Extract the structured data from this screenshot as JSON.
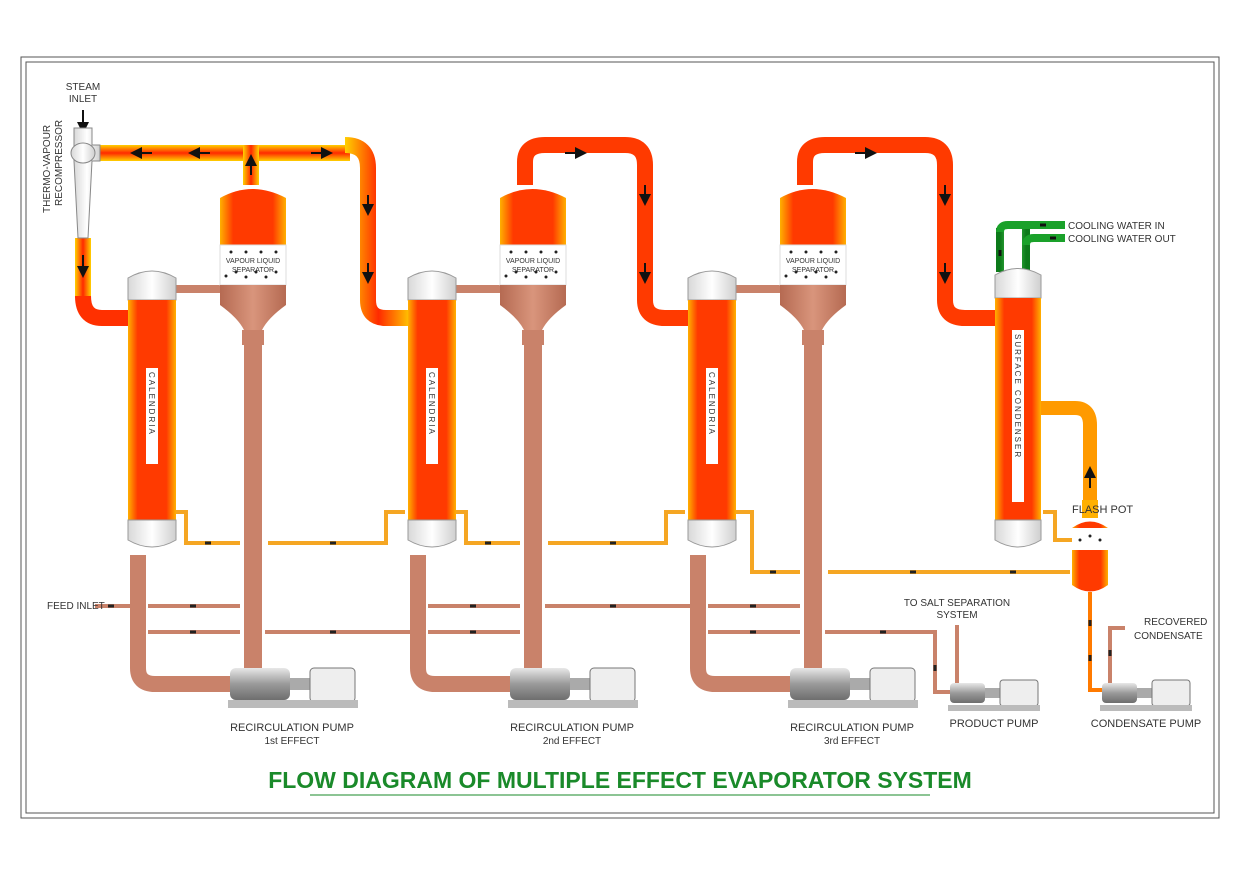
{
  "title": "FLOW DIAGRAM OF MULTIPLE EFFECT EVAPORATOR SYSTEM",
  "labels": {
    "steam_inlet_1": "STEAM",
    "steam_inlet_2": "INLET",
    "tvr_1": "THERMO-VAPOUR",
    "tvr_2": "RECOMPRESSOR",
    "feed_inlet": "FEED INLET",
    "calandria": "CALENDRIA",
    "vls_1": "VAPOUR LIQUID",
    "vls_2": "SEPARATOR",
    "pump_label": "RECIRCULATION PUMP",
    "effect_1": "1st EFFECT",
    "effect_2": "2nd EFFECT",
    "effect_3": "3rd EFFECT",
    "cooling_in": "COOLING WATER IN",
    "cooling_out": "COOLING WATER OUT",
    "surface_condenser": "SURFACE   CONDENSER",
    "flash_pot": "FLASH POT",
    "salt_1": "TO SALT SEPARATION",
    "salt_2": "SYSTEM",
    "product_pump": "PRODUCT PUMP",
    "recovered_1": "RECOVERED",
    "recovered_2": "CONDENSATE",
    "condensate_pump": "CONDENSATE PUMP"
  },
  "colors": {
    "steam_hot": "#ff2a00",
    "steam_warm": "#ffcc00",
    "liquid_pipe": "#c9826a",
    "cooling_water": "#1aa12a",
    "title_green": "#1a8a2a"
  }
}
